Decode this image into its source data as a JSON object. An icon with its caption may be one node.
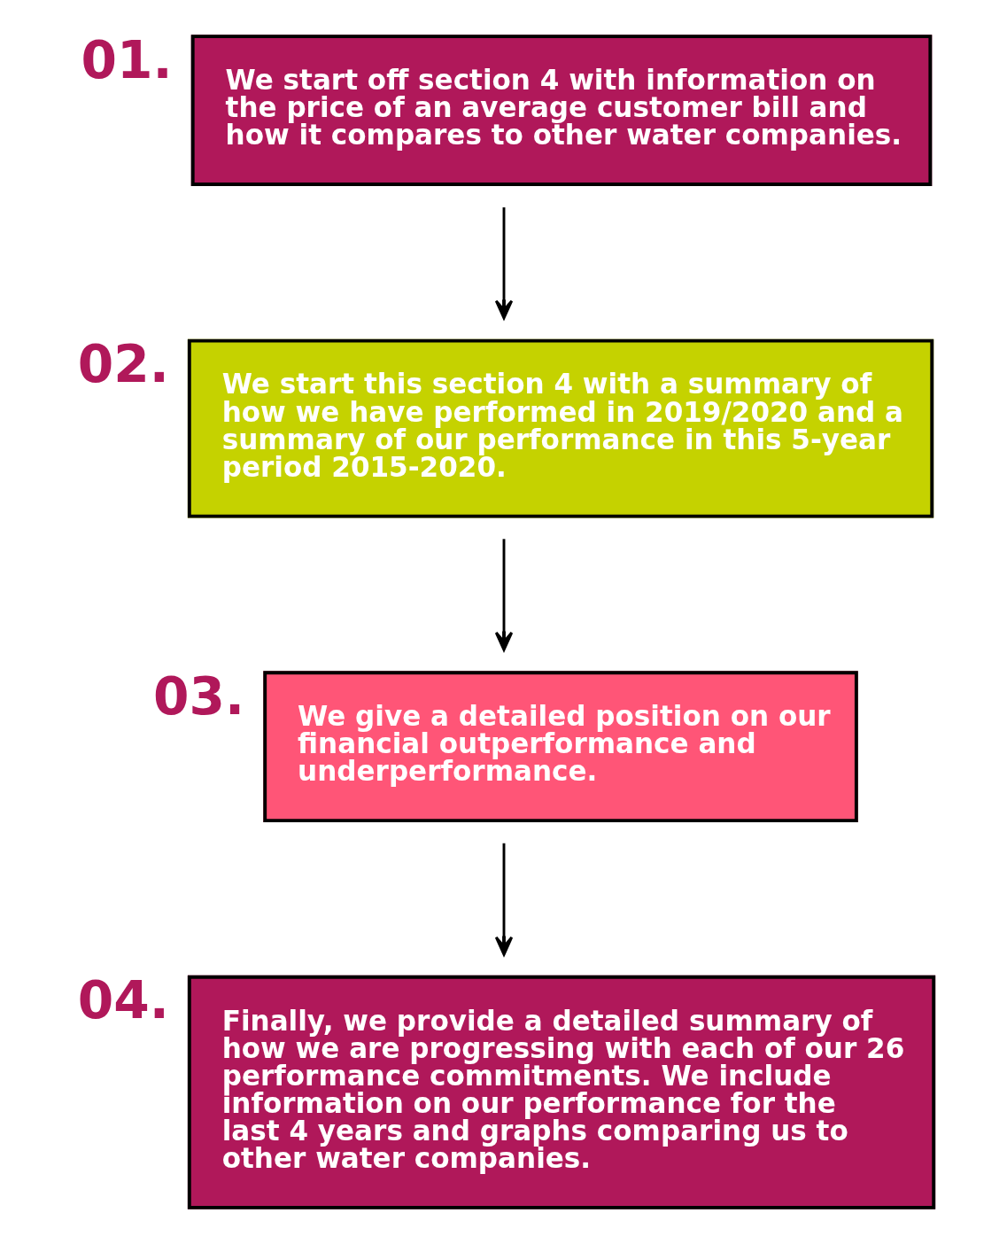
{
  "diagram": {
    "nodes": [
      {
        "text": [
          "We start off section 4 with information on the price of an average customer bill and how it compares to other water companies."
        ],
        "beside": [
          "01."
        ]
      },
      {
        "text": [
          "We start this section 4 with a summary of how we have performed in 2019/2020 and a summary of our performance in this 5-year period 2015-2020."
        ],
        "beside": [
          "02."
        ]
      },
      {
        "text": [
          "We give a detailed position on our financial outperformance and underperformance."
        ],
        "beside": [
          "03."
        ]
      },
      {
        "text": [
          "Finally, we provide a detailed summary of how we are progressing with each of our 26 performance commitments. We include information on our performance for the last 4 years and graphs comparing us to other water companies."
        ],
        "beside": [
          "04."
        ]
      }
    ],
    "edges": [
      {
        "from": 0,
        "to": 1,
        "arrow": "to"
      },
      {
        "from": 1,
        "to": 2,
        "arrow": "to"
      },
      {
        "from": 2,
        "to": 3,
        "arrow": "to"
      }
    ]
  }
}
